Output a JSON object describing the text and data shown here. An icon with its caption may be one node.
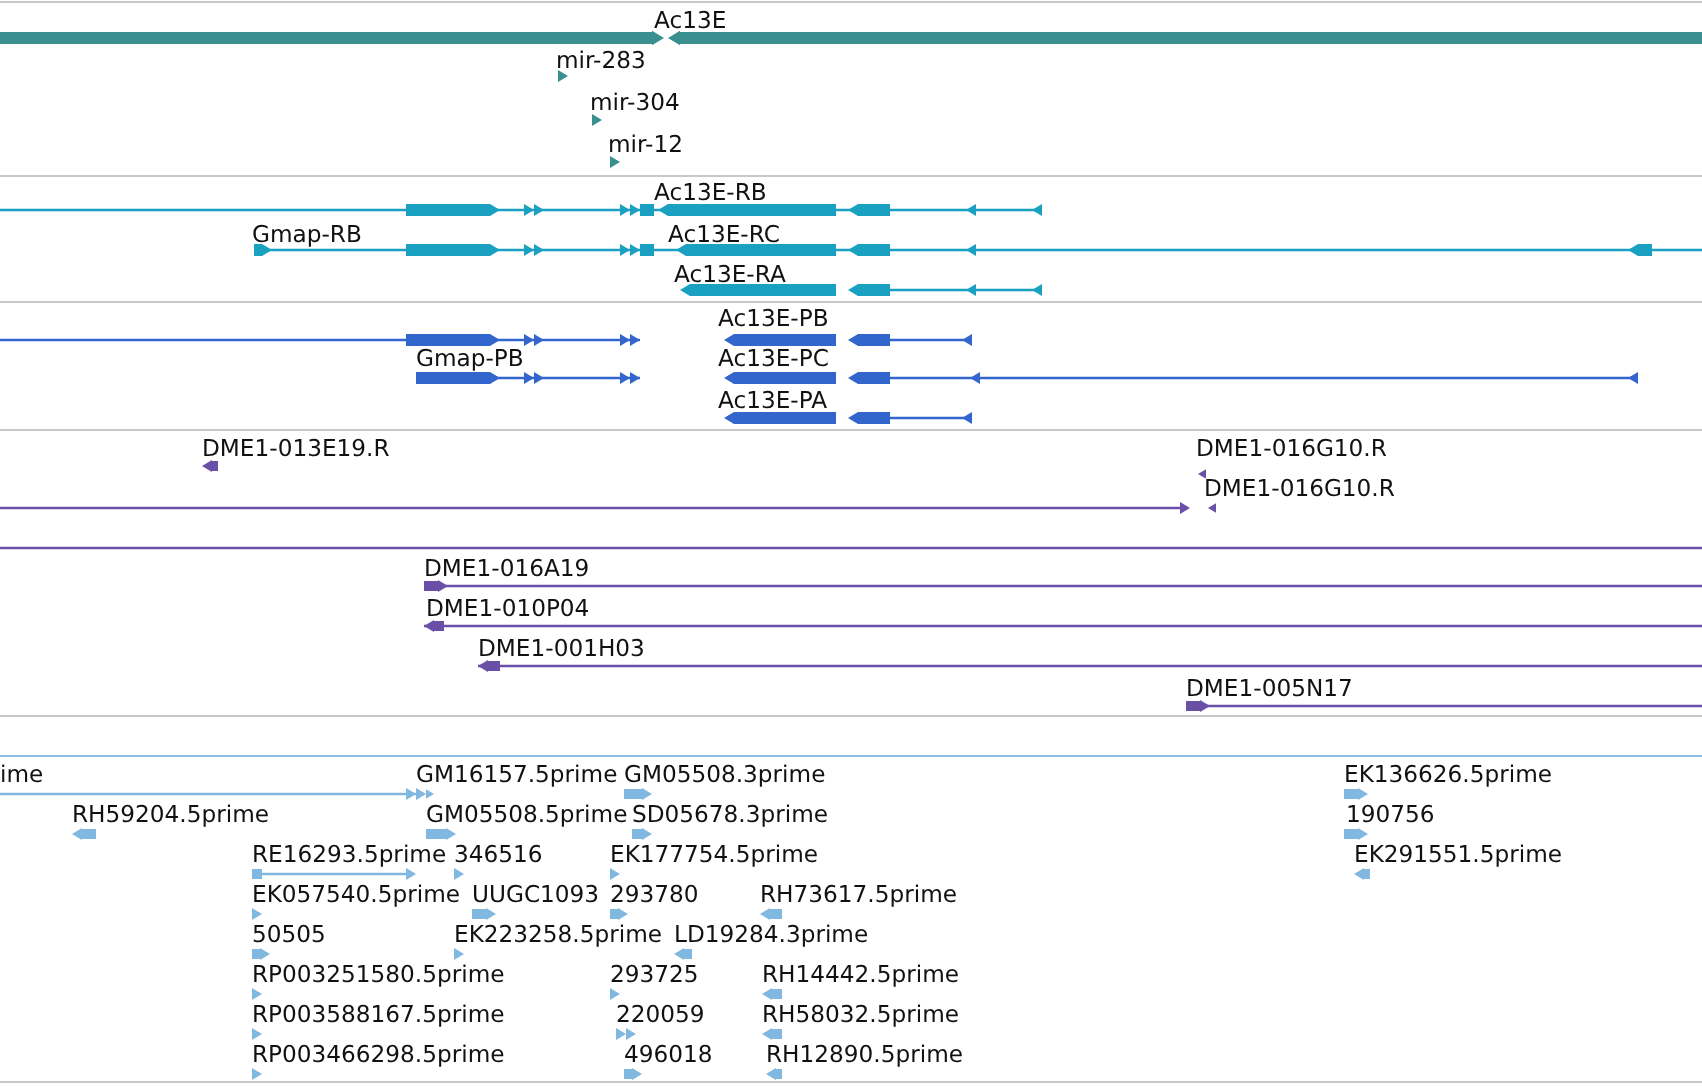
{
  "diagram": {
    "labels": [
      "Ac13E",
      "mir-283",
      "mir-304",
      "mir-12",
      "Ac13E-RB",
      "Gmap-RB",
      "Ac13E-RC",
      "Ac13E-RA",
      "Ac13E-PB",
      "Gmap-PB",
      "Ac13E-PC",
      "Ac13E-PA",
      "DME1-013E19.R",
      "DME1-016G10.R",
      "DME1-016G10.R",
      "DME1-016A19",
      "DME1-010P04",
      "DME1-001H03",
      "DME1-005N17",
      "ime",
      "RH59204.5prime",
      "GM16157.5prime",
      "GM05508.3prime",
      "EK136626.5prime",
      "GM05508.5prime",
      "SD05678.3prime",
      "190756",
      "RE16293.5prime",
      "346516",
      "EK177754.5prime",
      "EK291551.5prime",
      "EK057540.5prime",
      "UUGC1093",
      "293780",
      "RH73617.5prime",
      "50505",
      "EK223258.5prime",
      "LD19284.3prime",
      "RP003251580.5prime",
      "293725",
      "RH14442.5prime",
      "RP003588167.5prime",
      "220059",
      "RH58032.5prime",
      "RP003466298.5prime",
      "496018",
      "RH12890.5prime"
    ]
  }
}
